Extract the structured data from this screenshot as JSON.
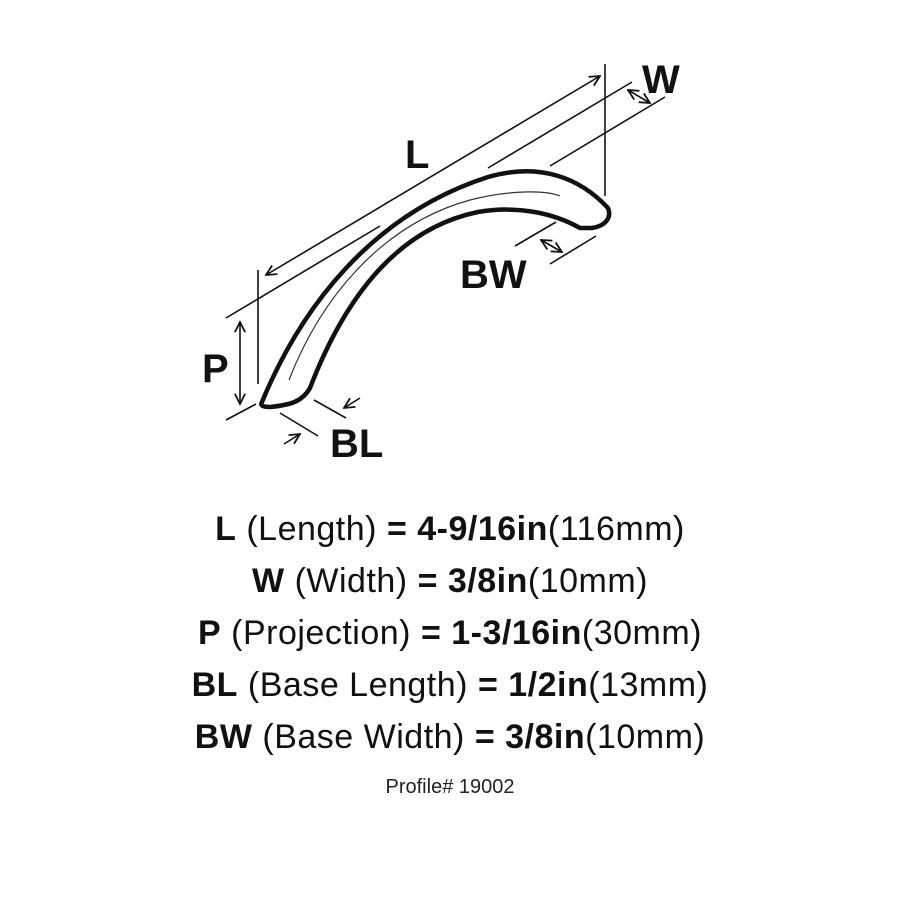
{
  "diagram": {
    "subject": "arched cabinet pull handle",
    "labels": {
      "L": "L",
      "W": "W",
      "BW": "BW",
      "P": "P",
      "BL": "BL"
    }
  },
  "specs": [
    {
      "code": "L",
      "name": "(Length)",
      "eq": "=",
      "inches": "4-9/16in",
      "mm": "(116mm)"
    },
    {
      "code": "W",
      "name": "(Width)",
      "eq": "=",
      "inches": "3/8in",
      "mm": "(10mm)"
    },
    {
      "code": "P",
      "name": "(Projection)",
      "eq": "=",
      "inches": "1-3/16in",
      "mm": "(30mm)"
    },
    {
      "code": "BL",
      "name": "(Base Length)",
      "eq": "=",
      "inches": "1/2in",
      "mm": "(13mm)"
    },
    {
      "code": "BW",
      "name": "(Base Width)",
      "eq": "=",
      "inches": "3/8in",
      "mm": "(10mm)"
    }
  ],
  "profile": "Profile# 19002"
}
